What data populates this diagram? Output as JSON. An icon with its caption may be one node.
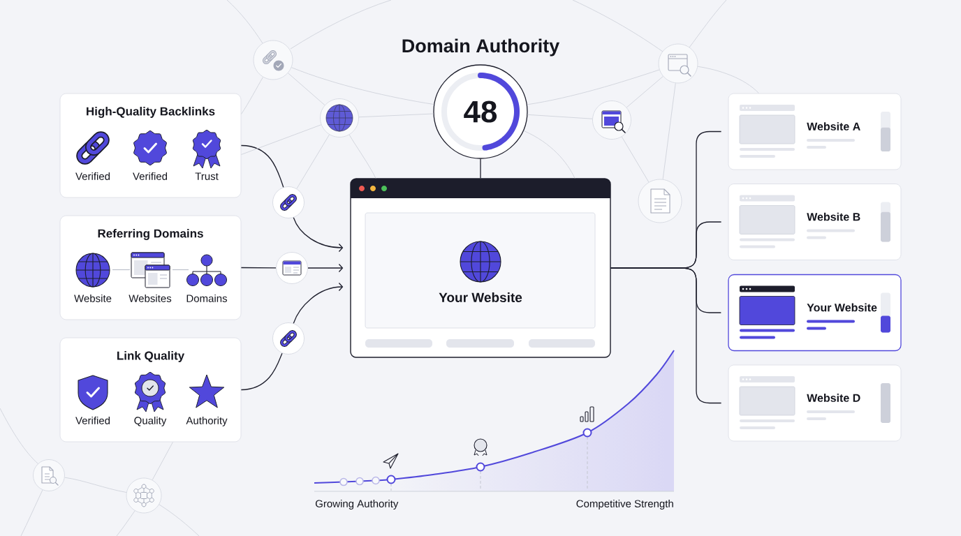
{
  "diagram": {
    "title": "Domain Authority",
    "nodes": [
      {
        "text": [
          "High-Quality Backlinks"
        ]
      },
      {
        "text": [
          "Verified"
        ],
        "in": 0
      },
      {
        "text": [
          "Verified"
        ],
        "in": 0
      },
      {
        "text": [
          "Trust"
        ],
        "in": 0
      },
      {
        "text": [
          "Referring Domains"
        ]
      },
      {
        "text": [
          "Website"
        ],
        "in": 4
      },
      {
        "text": [
          "Websites"
        ],
        "in": 4
      },
      {
        "text": [
          "Domains"
        ],
        "in": 4
      },
      {
        "text": [
          "Link Quality"
        ]
      },
      {
        "text": [
          "Verified"
        ],
        "in": 8
      },
      {
        "text": [
          "Quality"
        ],
        "in": 8
      },
      {
        "text": [
          "Authority"
        ],
        "in": 8
      },
      {
        "text": [],
        "shape": "circle"
      },
      {
        "text": [],
        "shape": "circle"
      },
      {
        "text": [],
        "shape": "circle"
      },
      {
        "text": [
          "48"
        ]
      },
      {
        "text": [
          "Your Website"
        ]
      },
      {
        "text": [
          "Website A"
        ]
      },
      {
        "text": [
          "Website B"
        ]
      },
      {
        "text": [
          "Your Website"
        ]
      },
      {
        "text": [
          "Website D"
        ]
      },
      {
        "text": [],
        "shape": "circle"
      },
      {
        "text": [],
        "shape": "circle"
      },
      {
        "text": [],
        "shape": "circle"
      },
      {
        "text": [],
        "shape": "circle"
      },
      {
        "text": [],
        "shape": "circle"
      },
      {
        "text": [],
        "shape": "circle"
      },
      {
        "text": [],
        "shape": "circle"
      }
    ],
    "edges": [
      {
        "from": 0,
        "to": 12,
        "arrow": "none",
        "color": "#1c1d2b"
      },
      {
        "from": 12,
        "to": 16,
        "arrow": "to",
        "color": "#1c1d2b"
      },
      {
        "from": 4,
        "to": 13,
        "arrow": "none",
        "color": "#1c1d2b"
      },
      {
        "from": 13,
        "to": 16,
        "arrow": "to",
        "color": "#1c1d2b"
      },
      {
        "from": 8,
        "to": 14,
        "arrow": "none",
        "color": "#1c1d2b"
      },
      {
        "from": 14,
        "to": 16,
        "arrow": "to",
        "color": "#1c1d2b"
      },
      {
        "from": 15,
        "to": 16,
        "arrow": "none",
        "color": "#1c1d2b"
      },
      {
        "from": 16,
        "to": 17,
        "arrow": "none",
        "color": "#1c1d2b"
      },
      {
        "from": 16,
        "to": 18,
        "arrow": "none",
        "color": "#1c1d2b"
      },
      {
        "from": 16,
        "to": 19,
        "arrow": "none",
        "color": "#1c1d2b"
      },
      {
        "from": 16,
        "to": 20,
        "arrow": "none",
        "color": "#1c1d2b"
      },
      {
        "from": 5,
        "to": 6,
        "arrow": "none",
        "color": "#b4b8c4"
      },
      {
        "from": 6,
        "to": 7,
        "arrow": "none",
        "color": "#b4b8c4"
      },
      {
        "from": 21,
        "to": 22,
        "arrow": "none",
        "color": "#d3d6de"
      },
      {
        "from": 21,
        "to": 15,
        "arrow": "none",
        "color": "#d3d6de"
      },
      {
        "from": 21,
        "to": 0,
        "arrow": "none",
        "color": "#d3d6de"
      },
      {
        "from": 22,
        "to": 15,
        "arrow": "none",
        "color": "#d3d6de"
      },
      {
        "from": 22,
        "to": 0,
        "arrow": "none",
        "color": "#d3d6de"
      },
      {
        "from": 22,
        "to": 12,
        "arrow": "none",
        "color": "#d3d6de"
      },
      {
        "from": 22,
        "to": 16,
        "arrow": "none",
        "color": "#d3d6de"
      },
      {
        "from": 15,
        "to": 16,
        "arrow": "none",
        "color": "#d3d6de"
      },
      {
        "from": 15,
        "to": 23,
        "arrow": "none",
        "color": "#d3d6de"
      },
      {
        "from": 15,
        "to": 24,
        "arrow": "none",
        "color": "#d3d6de"
      },
      {
        "from": 23,
        "to": 24,
        "arrow": "none",
        "color": "#d3d6de"
      },
      {
        "from": 23,
        "to": 25,
        "arrow": "none",
        "color": "#d3d6de"
      },
      {
        "from": 24,
        "to": 25,
        "arrow": "none",
        "color": "#d3d6de"
      },
      {
        "from": 24,
        "to": 17,
        "arrow": "none",
        "color": "#d3d6de"
      },
      {
        "from": 26,
        "to": 27,
        "arrow": "none",
        "color": "#d3d6de"
      },
      {
        "from": 27,
        "to": 8,
        "arrow": "none",
        "color": "#d3d6de"
      }
    ],
    "labels": [
      "Growing Authority",
      "Competitive Strength"
    ]
  }
}
